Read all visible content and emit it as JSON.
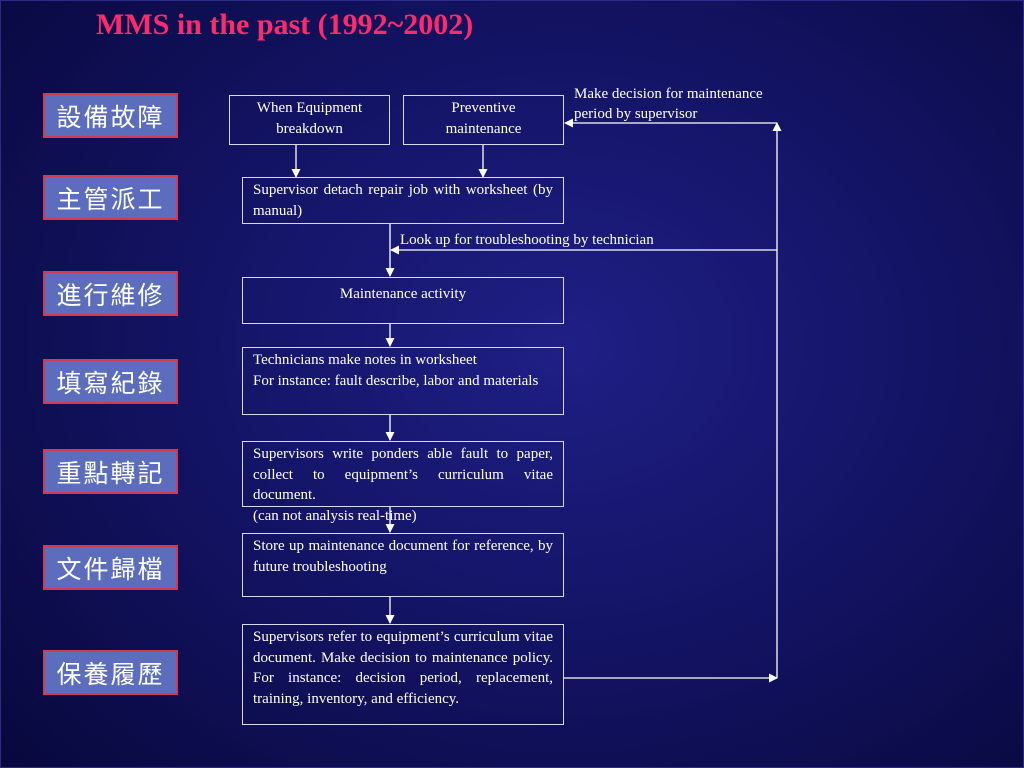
{
  "title": "MMS in the past (1992~2002)",
  "steps": [
    "設備故障",
    "主管派工",
    "進行維修",
    "填寫紀錄",
    "重點轉記",
    "文件歸檔",
    "保養履歷"
  ],
  "boxes": {
    "equipment_breakdown": [
      "When Equipment",
      "breakdown"
    ],
    "preventive_maintenance": [
      "Preventive",
      "maintenance"
    ],
    "supervisor_detach": "Supervisor detach repair job with worksheet (by manual)",
    "maintenance_activity": "Maintenance activity",
    "technician_notes": [
      "Technicians make notes in worksheet",
      "For instance: fault describe, labor and materials"
    ],
    "supervisors_write": [
      "Supervisors write ponders able fault to paper, collect to equipment’s curriculum vitae document.",
      "(can not analysis real-time)"
    ],
    "store_document": "Store up maintenance document for reference, by future troubleshooting",
    "supervisors_refer": "Supervisors refer to equipment’s curriculum vitae document. Make decision to maintenance policy. For instance: decision period, replacement, training, inventory, and efficiency."
  },
  "notes": {
    "decision": [
      "Make decision for maintenance",
      "period by supervisor"
    ],
    "lookup": "Look up for troubleshooting by technician"
  },
  "colors": {
    "title": "#ff2a6a",
    "step_fill": "#5d6dbe",
    "step_border": "#d23a4f",
    "background": "#141467",
    "line": "#ffffff"
  }
}
